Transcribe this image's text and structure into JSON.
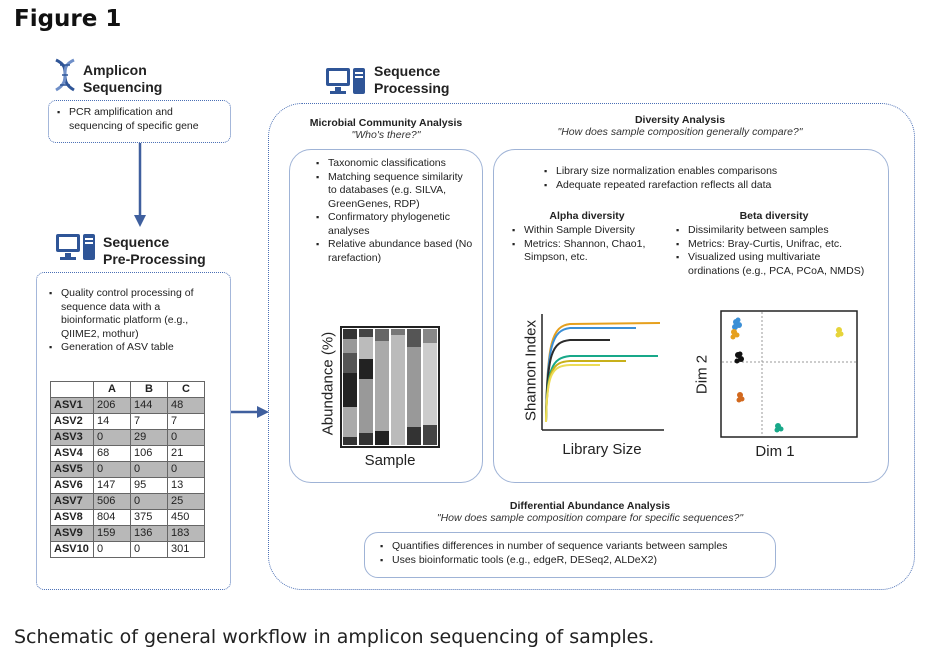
{
  "figure_title": "Figure 1",
  "caption": "Schematic of general workflow in amplicon sequencing of samples.",
  "amplicon": {
    "title_line1": "Amplicon",
    "title_line2": "Sequencing",
    "bullets": [
      "PCR amplification and sequencing of specific gene"
    ]
  },
  "preprocessing": {
    "title_line1": "Sequence",
    "title_line2": "Pre-Processing",
    "bullets": [
      "Quality control processing of sequence data with a bioinformatic platform (e.g., QIIME2, mothur)",
      "Generation of ASV table"
    ],
    "table": {
      "headers": [
        "",
        "A",
        "B",
        "C"
      ],
      "rows": [
        [
          "ASV1",
          "206",
          "144",
          "48"
        ],
        [
          "ASV2",
          "14",
          "7",
          "7"
        ],
        [
          "ASV3",
          "0",
          "29",
          "0"
        ],
        [
          "ASV4",
          "68",
          "106",
          "21"
        ],
        [
          "ASV5",
          "0",
          "0",
          "0"
        ],
        [
          "ASV6",
          "147",
          "95",
          "13"
        ],
        [
          "ASV7",
          "506",
          "0",
          "25"
        ],
        [
          "ASV8",
          "804",
          "375",
          "450"
        ],
        [
          "ASV9",
          "159",
          "136",
          "183"
        ],
        [
          "ASV10",
          "0",
          "0",
          "301"
        ]
      ]
    }
  },
  "processing": {
    "title_line1": "Sequence",
    "title_line2": "Processing",
    "microbial": {
      "title": "Microbial Community Analysis",
      "question": "\"Who's there?\"",
      "bullets": [
        "Taxonomic classifications",
        "Matching sequence similarity to databases (e.g. SILVA, GreenGenes, RDP)",
        "Confirmatory phylogenetic analyses",
        "Relative abundance based (No rarefaction)"
      ],
      "ylabel": "Abundance (%)",
      "xlabel": "Sample"
    },
    "diversity": {
      "title": "Diversity Analysis",
      "question": "\"How does sample composition generally compare?\"",
      "bullets": [
        "Library size normalization enables comparisons",
        "Adequate repeated rarefaction reflects all data"
      ],
      "alpha": {
        "title": "Alpha diversity",
        "bullets": [
          "Within Sample Diversity",
          "Metrics: Shannon, Chao1, Simpson, etc."
        ],
        "ylabel": "Shannon Index",
        "xlabel": "Library Size"
      },
      "beta": {
        "title": "Beta diversity",
        "bullets": [
          "Dissimilarity between samples",
          "Metrics: Bray-Curtis, Unifrac, etc.",
          "Visualized using multivariate ordinations (e.g., PCA, PCoA, NMDS)"
        ],
        "ylabel": "Dim 2",
        "xlabel": "Dim 1"
      }
    },
    "differential": {
      "title": "Differential Abundance Analysis",
      "question": "\"How does sample composition compare for specific sequences?\"",
      "bullets": [
        "Quantifies differences in number of sequence variants between samples",
        "Uses bioinformatic tools (e.g., edgeR, DESeq2, ALDeX2)"
      ]
    }
  },
  "colors": {
    "arrow": "#3f5f9e",
    "dotted_border": "#4a6fb5",
    "round_border": "#9fb3d6",
    "icon_blue": "#2f5597"
  }
}
